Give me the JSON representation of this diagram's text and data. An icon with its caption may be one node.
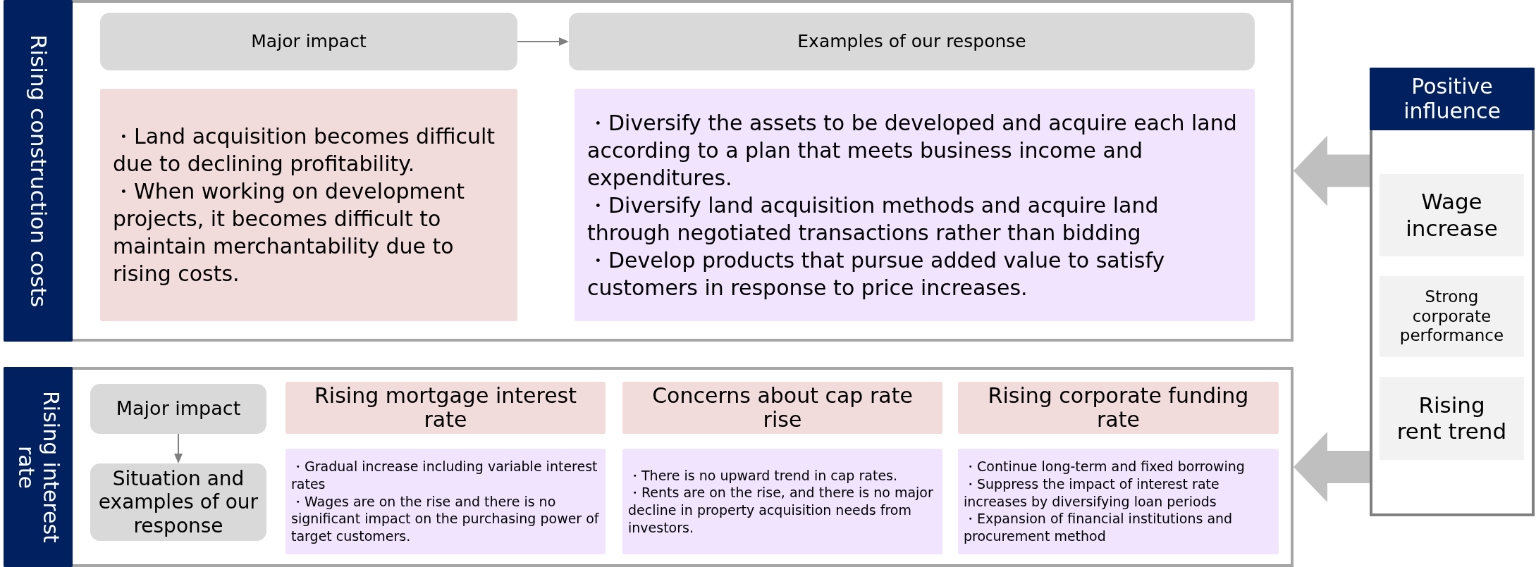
{
  "diagram": {
    "nodes": [
      {
        "text": [
          "Rising construction costs"
        ]
      },
      {
        "text": [
          "Major impact"
        ],
        "in": 0
      },
      {
        "text": [
          "Examples of our response"
        ],
        "in": 0
      },
      {
        "text": [
          "・Land acquisition becomes difficult due to declining profitability.",
          "・When working on development projects, it becomes difficult to maintain merchantability due to rising costs."
        ],
        "in": 0
      },
      {
        "text": [
          "・Diversify the assets to be developed and acquire each land according to a plan that meets business income and expenditures.",
          "・Diversify land acquisition methods and acquire land through negotiated transactions rather than bidding",
          "・Develop products that pursue added value to satisfy customers in response to price increases."
        ],
        "in": 0
      },
      {
        "text": [
          "Rising interest rate"
        ]
      },
      {
        "text": [
          "Major impact"
        ],
        "in": 5
      },
      {
        "text": [
          "Situation and examples of our response"
        ],
        "in": 5
      },
      {
        "text": [
          "Rising mortgage interest rate"
        ],
        "in": 5
      },
      {
        "text": [
          "Concerns about cap rate rise"
        ],
        "in": 5
      },
      {
        "text": [
          "Rising corporate funding rate"
        ],
        "in": 5
      },
      {
        "text": [
          "・Gradual increase including variable interest rates",
          "・Wages are on the rise and there is no significant impact on the purchasing power of target customers."
        ],
        "in": 5
      },
      {
        "text": [
          "・There is no upward trend in cap rates.",
          "・Rents are on the rise, and there is no major decline in property acquisition needs from investors."
        ],
        "in": 5
      },
      {
        "text": [
          "・Continue long-term and fixed borrowing",
          "・Suppress the impact of interest rate increases by diversifying loan periods",
          "・Expansion of financial institutions and procurement method"
        ],
        "in": 5
      },
      {
        "text": [
          "Positive influence"
        ]
      },
      {
        "text": [
          "Wage increase"
        ],
        "in": 14
      },
      {
        "text": [
          "Strong corporate performance"
        ],
        "in": 14
      },
      {
        "text": [
          "Rising rent trend"
        ],
        "in": 14
      }
    ],
    "edges": [
      {
        "from": 1,
        "to": 2,
        "arrow": "to"
      },
      {
        "from": 6,
        "to": 7,
        "arrow": "to"
      },
      {
        "from": 14,
        "to": 0,
        "arrow": "to",
        "style": "thick",
        "color": "#bfbfbf"
      },
      {
        "from": 14,
        "to": 5,
        "arrow": "to",
        "style": "thick",
        "color": "#bfbfbf"
      }
    ]
  }
}
